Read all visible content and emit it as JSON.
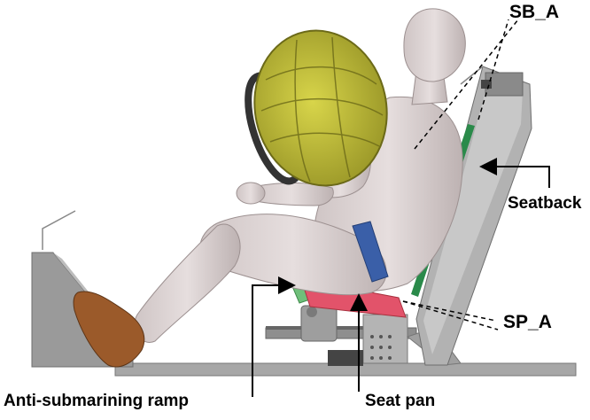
{
  "labels": {
    "sb_a": "SB_A",
    "seatback": "Seatback",
    "sp_a": "SP_A",
    "ramp": "Anti-submarining ramp",
    "seat_pan": "Seat pan"
  },
  "colors": {
    "background": "#ffffff",
    "skin": "#ddd4d4",
    "skin_shade": "#b9aeae",
    "airbag": "#c9c63a",
    "airbag_dark": "#7a7720",
    "seatbelt": "#3a5fa8",
    "seatback_frame": "#a9a9a9",
    "seatback_panel": "#2a8a4a",
    "ramp": "#6fbf7a",
    "seat_pan": "#e2536a",
    "shoe": "#9b5a2a",
    "steering": "#333333",
    "rig_gray": "#9a9a9a"
  },
  "icons": [
    "dashed-angle-line",
    "callout-arrow"
  ]
}
